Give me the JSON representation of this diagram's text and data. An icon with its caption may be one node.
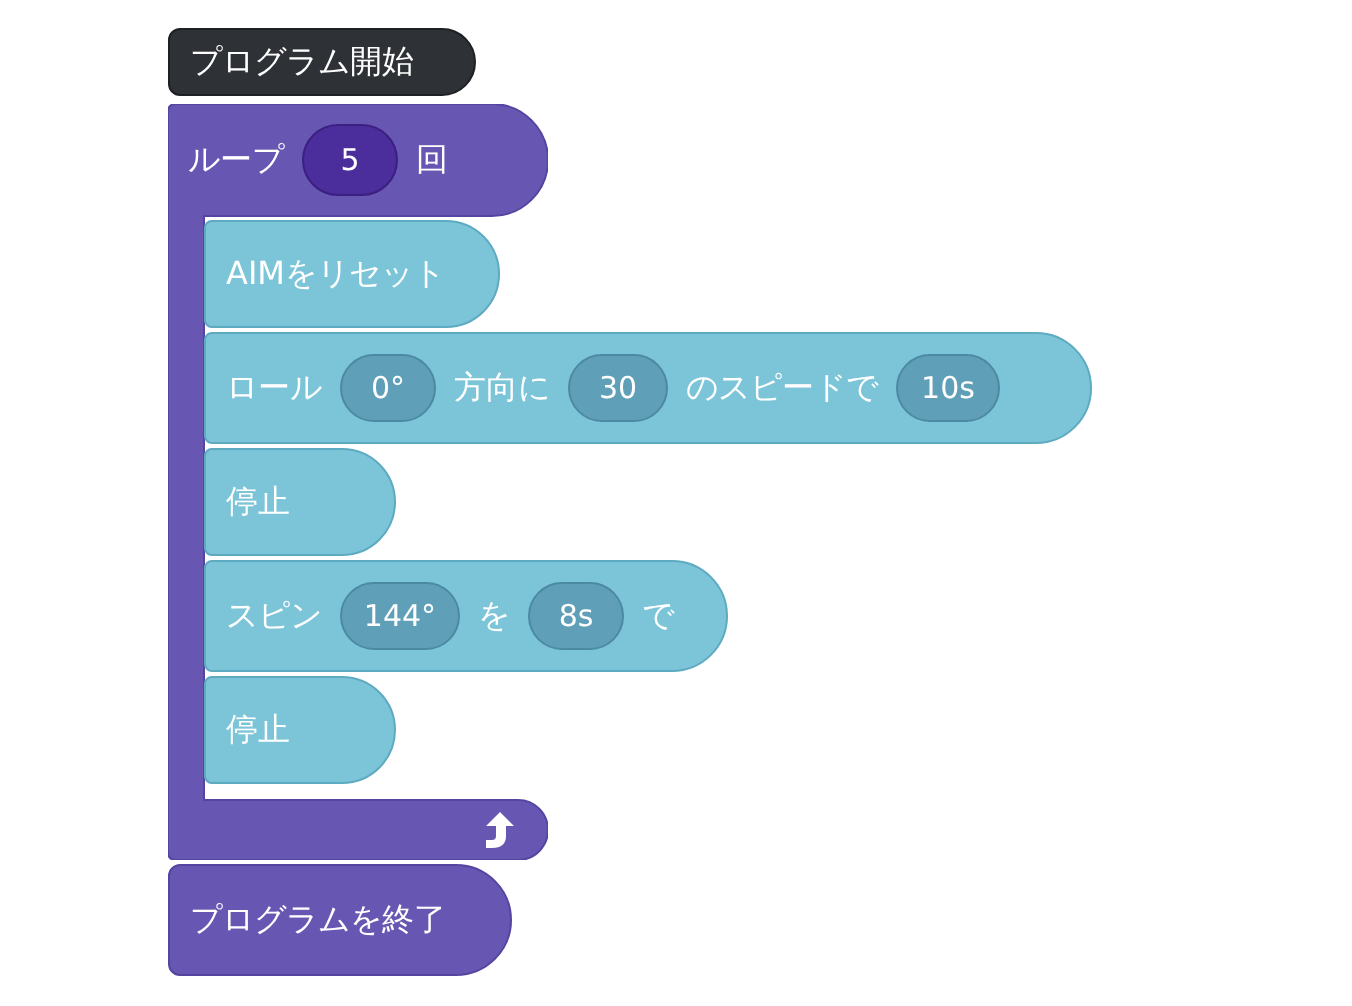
{
  "diagram": {
    "nodes": [
      {
        "text": [
          "プログラム開始"
        ]
      },
      {
        "text": [
          "ループ",
          "回"
        ]
      },
      {
        "text": [
          "5"
        ],
        "in": 1
      },
      {
        "text": [
          "AIMをリセット"
        ]
      },
      {
        "text": [
          "ロール",
          "方向に",
          "のスピードで"
        ]
      },
      {
        "text": [
          "0°"
        ],
        "in": 4
      },
      {
        "text": [
          "30"
        ],
        "in": 4
      },
      {
        "text": [
          "10s"
        ],
        "in": 4
      },
      {
        "text": [
          "停止"
        ]
      },
      {
        "text": [
          "スピン",
          "を",
          "で"
        ]
      },
      {
        "text": [
          "144°"
        ],
        "in": 9
      },
      {
        "text": [
          "8s"
        ],
        "in": 9
      },
      {
        "text": [
          "停止"
        ]
      },
      {
        "text": [
          "プログラムを終了"
        ]
      }
    ],
    "edges": []
  }
}
